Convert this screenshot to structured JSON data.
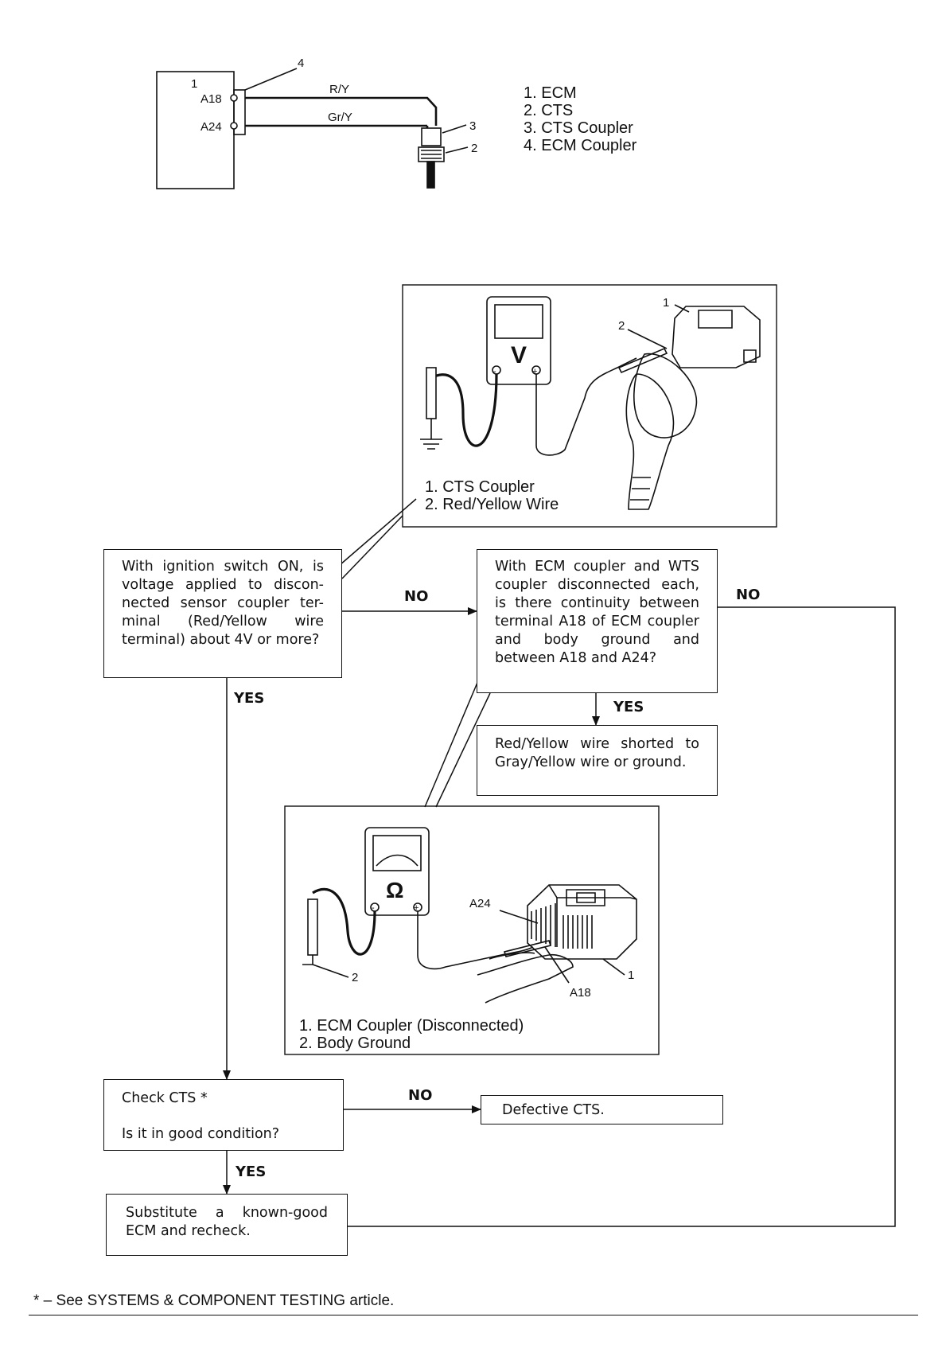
{
  "schematic": {
    "ecm_number": "1",
    "terminal_a18": "A18",
    "terminal_a24": "A24",
    "wire_top": "R/Y",
    "wire_bottom": "Gr/Y",
    "callout_coupler": "4",
    "callout_cts_coupler": "3",
    "callout_cts": "2"
  },
  "schematic_legend": {
    "items": [
      "1. ECM",
      "2. CTS",
      "3. CTS Coupler",
      "4. ECM Coupler"
    ]
  },
  "voltmeter_panel": {
    "meter_symbol": "V",
    "minus": "-",
    "plus": "+",
    "callout_1": "1",
    "callout_2": "2",
    "caption": [
      "1. CTS Coupler",
      "2. Red/Yellow Wire"
    ]
  },
  "ohmmeter_panel": {
    "meter_symbol": "Ω",
    "minus": "-",
    "plus": "+",
    "label_a24": "A24",
    "label_a18": "A18",
    "callout_1": "1",
    "callout_2": "2",
    "caption": [
      "1. ECM Coupler (Disconnected)",
      "2. Body Ground"
    ]
  },
  "flow": {
    "q_voltage": "With ignition switch ON, is voltage applied to discon-nected sensor coupler ter-minal (Red/Yellow wire terminal) about 4V or more?",
    "q_continuity": "With ECM coupler and WTS coupler disconnected each, is there continuity between terminal A18 of ECM coupler and body ground and between A18 and A24?",
    "r_shorted": "Red/Yellow wire shorted to Gray/Yellow wire or ground.",
    "check_cts_line1": "Check CTS *",
    "check_cts_line2": "Is it in good condition?",
    "r_defective": "Defective CTS.",
    "r_substitute": "Substitute a known-good ECM and recheck.",
    "label_no_1": "NO",
    "label_no_2": "NO",
    "label_no_3": "NO",
    "label_yes_1": "YES",
    "label_yes_2": "YES",
    "label_yes_3": "YES"
  },
  "footnote": "* – See SYSTEMS & COMPONENT TESTING article."
}
